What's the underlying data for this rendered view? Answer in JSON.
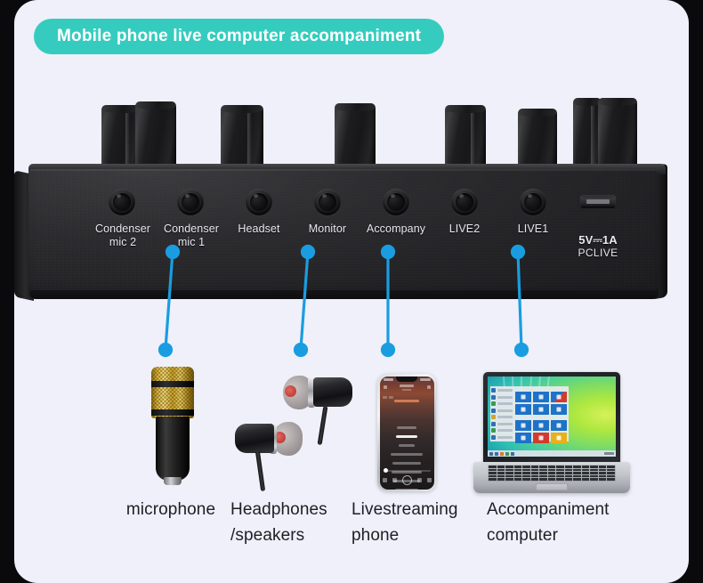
{
  "theme": {
    "accent_teal": "#35ccbf",
    "connector_blue": "#1a9de0",
    "canvas_bg": "#eff0f9",
    "frame_bg": "#0a0a0c",
    "device_black": "#24242 7",
    "caption_text": "#1d1f23"
  },
  "header": {
    "title": "Mobile phone live computer accompaniment"
  },
  "device": {
    "name": "live-sound-card",
    "knob_count": 8,
    "ports": [
      {
        "id": "condenser-mic-2",
        "label": "Condenser\nmic 2",
        "type": "jack"
      },
      {
        "id": "condenser-mic-1",
        "label": "Condenser\nmic 1",
        "type": "jack"
      },
      {
        "id": "headset",
        "label": "Headset",
        "type": "jack"
      },
      {
        "id": "monitor",
        "label": "Monitor",
        "type": "jack"
      },
      {
        "id": "accompany",
        "label": "Accompany",
        "type": "jack"
      },
      {
        "id": "live2",
        "label": "LIVE2",
        "type": "jack"
      },
      {
        "id": "live1",
        "label": "LIVE1",
        "type": "jack"
      },
      {
        "id": "pclive",
        "label": "5V⎓1A",
        "sub": "PCLIVE",
        "type": "micro-usb"
      }
    ]
  },
  "connectors": [
    {
      "from_port": "condenser-mic-1",
      "to_product": "microphone"
    },
    {
      "from_port": "monitor",
      "to_product": "headphones"
    },
    {
      "from_port": "accompany",
      "to_product": "phone"
    },
    {
      "from_port": "live1",
      "to_product": "computer"
    }
  ],
  "products": [
    {
      "id": "microphone",
      "caption": "microphone",
      "image": "condenser-microphone"
    },
    {
      "id": "headphones",
      "caption": "Headphones\n/speakers",
      "image": "in-ear-earphones"
    },
    {
      "id": "phone",
      "caption": "Livestreaming\nphone",
      "image": "smartphone-music-player"
    },
    {
      "id": "computer",
      "caption": "Accompaniment\ncomputer",
      "image": "windows-laptop"
    }
  ]
}
